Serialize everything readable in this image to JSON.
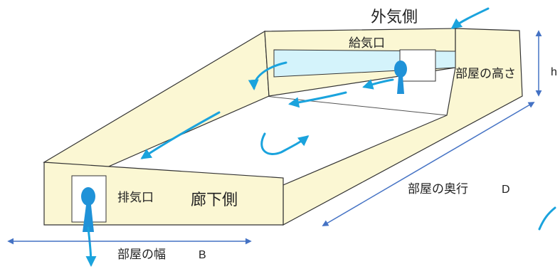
{
  "labels": {
    "outside": "外気側",
    "supply_vent": "給気口",
    "room_height": "部屋の高さ",
    "height_symbol": "h",
    "exhaust_vent": "排気口",
    "corridor": "廊下側",
    "room_depth": "部屋の奥行",
    "depth_symbol": "D",
    "room_width": "部屋の幅",
    "width_symbol": "B"
  },
  "colors": {
    "wall_fill": "#fbf7d3",
    "wall_stroke": "#333333",
    "airflow": "#1aa3dd",
    "dimension": "#4472c4",
    "window": "#d4f3fb",
    "person": "#1f92d8"
  }
}
